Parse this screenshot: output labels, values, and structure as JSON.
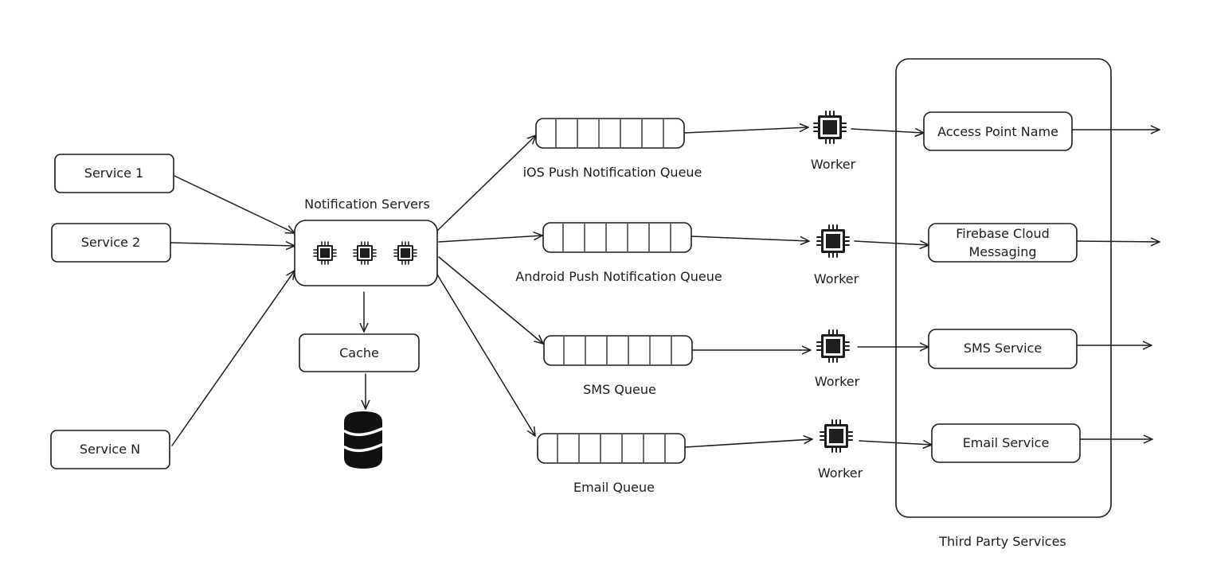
{
  "services": {
    "service_1": "Service 1",
    "service_2": "Service 2",
    "service_n": "Service N"
  },
  "notification_servers": {
    "label": "Notification Servers"
  },
  "cache": {
    "label": "Cache"
  },
  "queues": {
    "ios": "iOS Push Notification Queue",
    "android": "Android Push Notification Queue",
    "sms": "SMS Queue",
    "email": "Email Queue"
  },
  "workers": {
    "label": "Worker"
  },
  "third_party": {
    "group_label": "Third Party Services",
    "apn": "Access Point Name",
    "fcm_line1": "Firebase Cloud",
    "fcm_line2": "Messaging",
    "sms": "SMS Service",
    "email": "Email Service"
  },
  "icons": {
    "server_chip": "cpu-chip-icon",
    "worker": "cpu-chip-icon",
    "database": "database-icon"
  },
  "colors": {
    "stroke": "#1e1e1e",
    "background": "#ffffff"
  }
}
